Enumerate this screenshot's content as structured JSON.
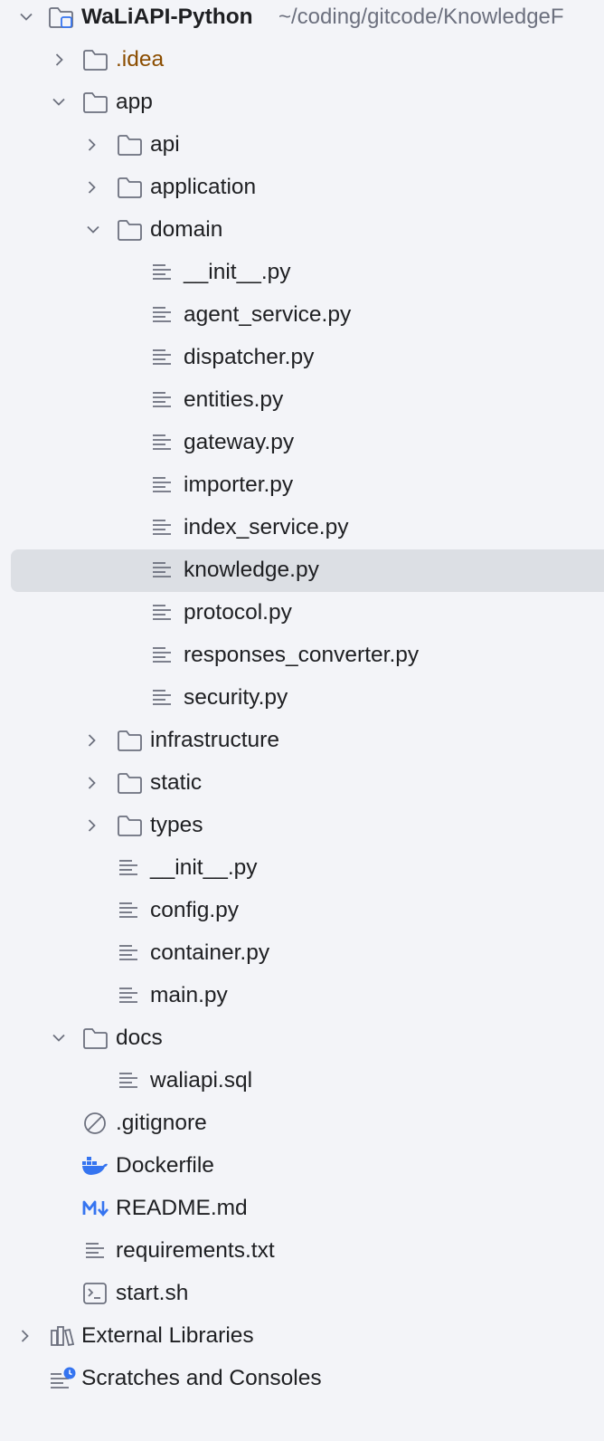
{
  "project": {
    "name": "WaLiAPI-Python",
    "path": "~/coding/gitcode/KnowledgeF"
  },
  "tree": {
    "idea": ".idea",
    "app": "app",
    "api": "api",
    "application": "application",
    "domain": "domain",
    "domain_files": [
      "__init__.py",
      "agent_service.py",
      "dispatcher.py",
      "entities.py",
      "gateway.py",
      "importer.py",
      "index_service.py",
      "knowledge.py",
      "protocol.py",
      "responses_converter.py",
      "security.py"
    ],
    "infrastructure": "infrastructure",
    "static": "static",
    "types": "types",
    "app_files": [
      "__init__.py",
      "config.py",
      "container.py",
      "main.py"
    ],
    "docs": "docs",
    "docs_files": [
      "waliapi.sql"
    ],
    "root_files": [
      ".gitignore",
      "Dockerfile",
      "README.md",
      "requirements.txt",
      "start.sh"
    ],
    "external_libraries": "External Libraries",
    "scratches": "Scratches and Consoles",
    "selected": "knowledge.py"
  },
  "colors": {
    "background": "#f3f4f8",
    "selection": "#dcdfe4",
    "idea_folder_text": "#8b4d00",
    "docker_blue": "#3574f0",
    "markdown_blue": "#3574f0"
  }
}
